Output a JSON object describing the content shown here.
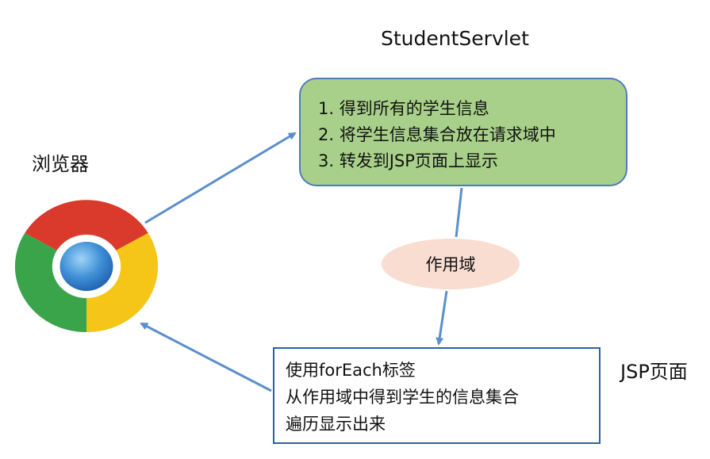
{
  "servlet": {
    "title": "StudentServlet",
    "steps": [
      "1. 得到所有的学生信息",
      "2. 将学生信息集合放在请求域中",
      "3. 转发到JSP页面上显示"
    ],
    "fill_color": "#a8d08a",
    "border_color": "#4f7bbd"
  },
  "browser": {
    "label": "浏览器",
    "icon": "chrome-browser-icon"
  },
  "scope": {
    "label": "作用域",
    "fill_color": "#f8ddd0"
  },
  "jsp": {
    "label": "JSP页面",
    "lines": [
      "使用forEach标签",
      "从作用域中得到学生的信息集合",
      "遍历显示出来"
    ],
    "border_color": "#2f5fa8"
  },
  "arrow_color": "#5b8fc9"
}
